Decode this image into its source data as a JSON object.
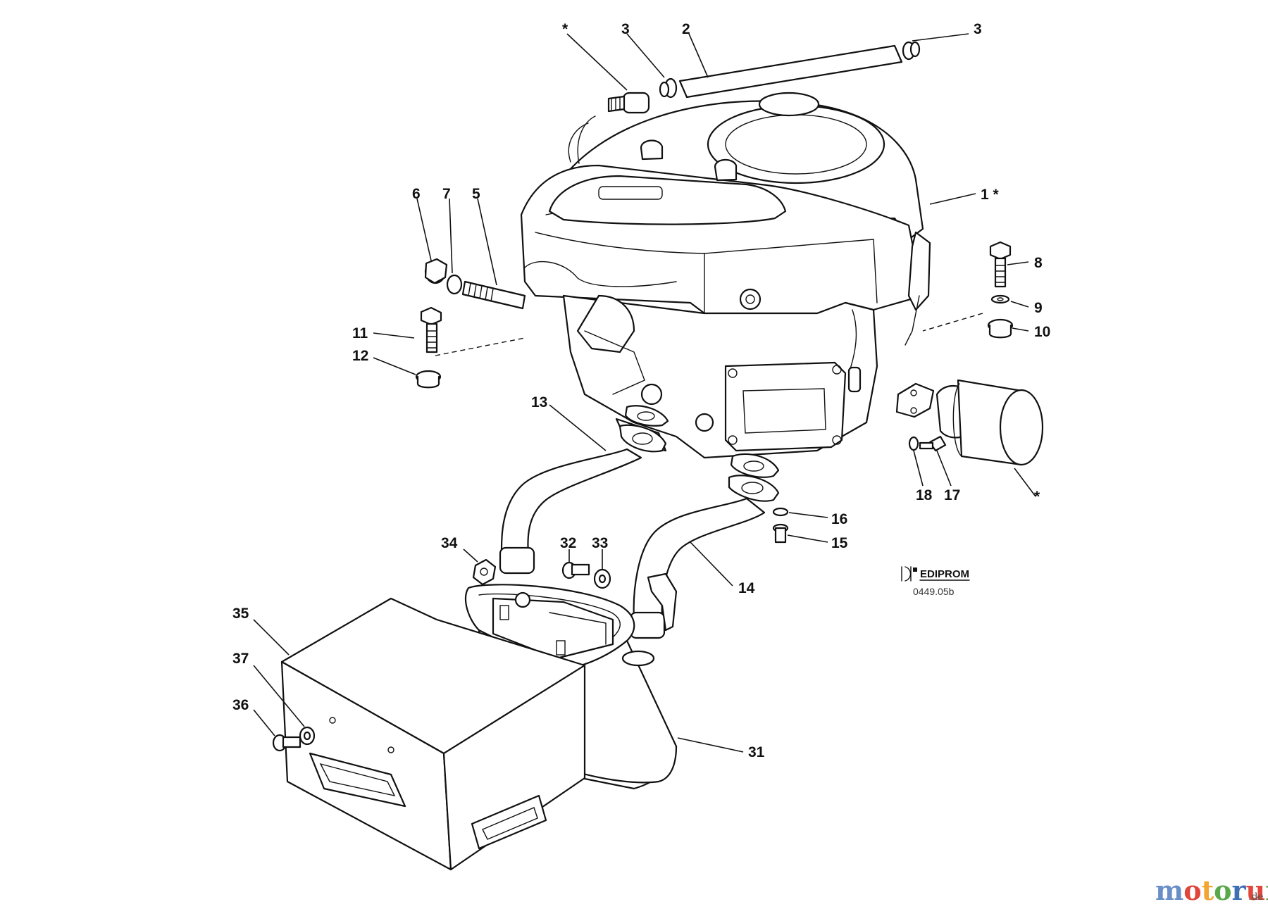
{
  "callouts": {
    "c1": "1 *",
    "c2": "2",
    "c3a": "3",
    "c3b": "3",
    "c5": "5",
    "c6": "6",
    "c7": "7",
    "c8": "8",
    "c9": "9",
    "c10": "10",
    "c11": "11",
    "c12": "12",
    "c13": "13",
    "c14": "14",
    "c15": "15",
    "c16": "16",
    "c17": "17",
    "c18": "18",
    "c31": "31",
    "c32": "32",
    "c33": "33",
    "c34": "34",
    "c35": "35",
    "c36": "36",
    "c37": "37",
    "star_top": "*",
    "star_filter": "*"
  },
  "stamp": {
    "brand": "EDIPROM",
    "drawing_code": "0449.05b"
  },
  "watermark": {
    "name": "motoruf",
    "suffix": ".de"
  },
  "colors": {
    "line": "#111111",
    "background": "#ffffff",
    "wm_m": "#6a8fc8",
    "wm_o1": "#e0463b",
    "wm_t": "#f2a531",
    "wm_o2": "#5aa84a",
    "wm_r": "#3f6fb3",
    "wm_u": "#e0463b",
    "wm_f": "#5aa84a"
  }
}
